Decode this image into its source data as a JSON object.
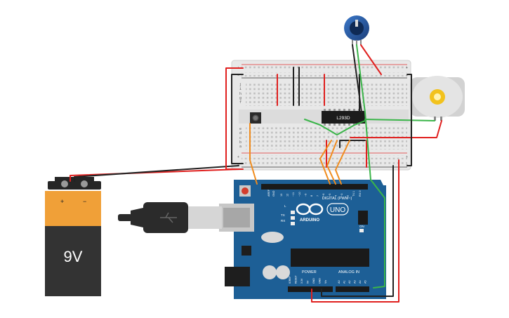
{
  "battery": {
    "label": "9V",
    "plus": "+",
    "minus": "−"
  },
  "driver_ic": {
    "label": "L293D"
  },
  "arduino": {
    "brand": "ARDUINO",
    "model": "UNO",
    "digital_label": "DIGITAL (PWM~)",
    "power_label": "POWER",
    "analog_label": "ANALOG IN",
    "led_l": "L",
    "led_tx": "TX",
    "led_rx": "RX",
    "led_on": "ON",
    "aref": "AREF",
    "gnd": "GND",
    "digital_pins": [
      "13",
      "12",
      "~11",
      "~10",
      "~9",
      "8",
      "7",
      "~6",
      "~5",
      "4",
      "~3",
      "2",
      "TX 1",
      "RX 0"
    ],
    "power_pins": [
      "IOREF",
      "RESET",
      "3.3V",
      "5V",
      "GND",
      "GND",
      "Vin"
    ],
    "analog_pins": [
      "A0",
      "A1",
      "A2",
      "A3",
      "A4",
      "A5"
    ]
  },
  "breadboard": {
    "row_letters_top": [
      "j",
      "i",
      "h",
      "g",
      "f"
    ],
    "row_letters_bottom": [
      "e",
      "d",
      "c",
      "b",
      "a"
    ],
    "rail_plus": "+",
    "rail_minus": "−"
  },
  "colors": {
    "wire_red": "#e0201f",
    "wire_black": "#222222",
    "wire_green": "#3bb54a",
    "wire_orange": "#f08c1e",
    "board_blue": "#1d5f96",
    "battery_orange": "#f0a038"
  }
}
